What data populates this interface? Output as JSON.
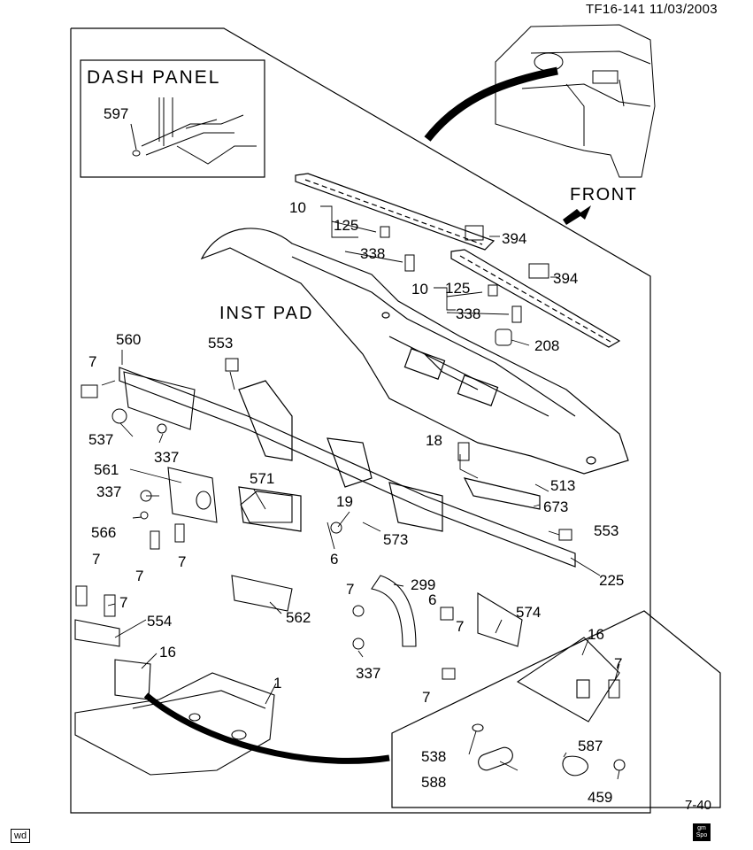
{
  "header": {
    "ref": "TF16-141  11/03/2003"
  },
  "footer": {
    "page": "7-40",
    "wd_badge": "wd",
    "gm_badge_top": "gm",
    "gm_badge_bottom": "Spo"
  },
  "diagram": {
    "titles": {
      "dash_panel": "DASH PANEL",
      "front": "FRONT",
      "inst_pad": "INST PAD"
    },
    "callouts": {
      "c597": "597",
      "c10a": "10",
      "c125a": "125",
      "c338a": "338",
      "c394a": "394",
      "c10b": "10",
      "c125b": "125",
      "c338b": "338",
      "c394b": "394",
      "c208": "208",
      "c560": "560",
      "c553a": "553",
      "c7a": "7",
      "c537": "537",
      "c337a": "337",
      "c18": "18",
      "c513": "513",
      "c673": "673",
      "c561": "561",
      "c571": "571",
      "c337b": "337",
      "c19": "19",
      "c566": "566",
      "c7b": "7",
      "c7c": "7",
      "c573": "573",
      "c553b": "553",
      "c6a": "6",
      "c225": "225",
      "c7d": "7",
      "c299": "299",
      "c6b": "6",
      "c7e": "7",
      "c562": "562",
      "c574": "574",
      "c7f": "7",
      "c7g": "7",
      "c554": "554",
      "c16a": "16",
      "c337c": "337",
      "c7h": "7",
      "c1": "1",
      "c16b": "16",
      "c7i": "7",
      "c538": "538",
      "c587": "587",
      "c588": "588",
      "c459": "459"
    }
  }
}
